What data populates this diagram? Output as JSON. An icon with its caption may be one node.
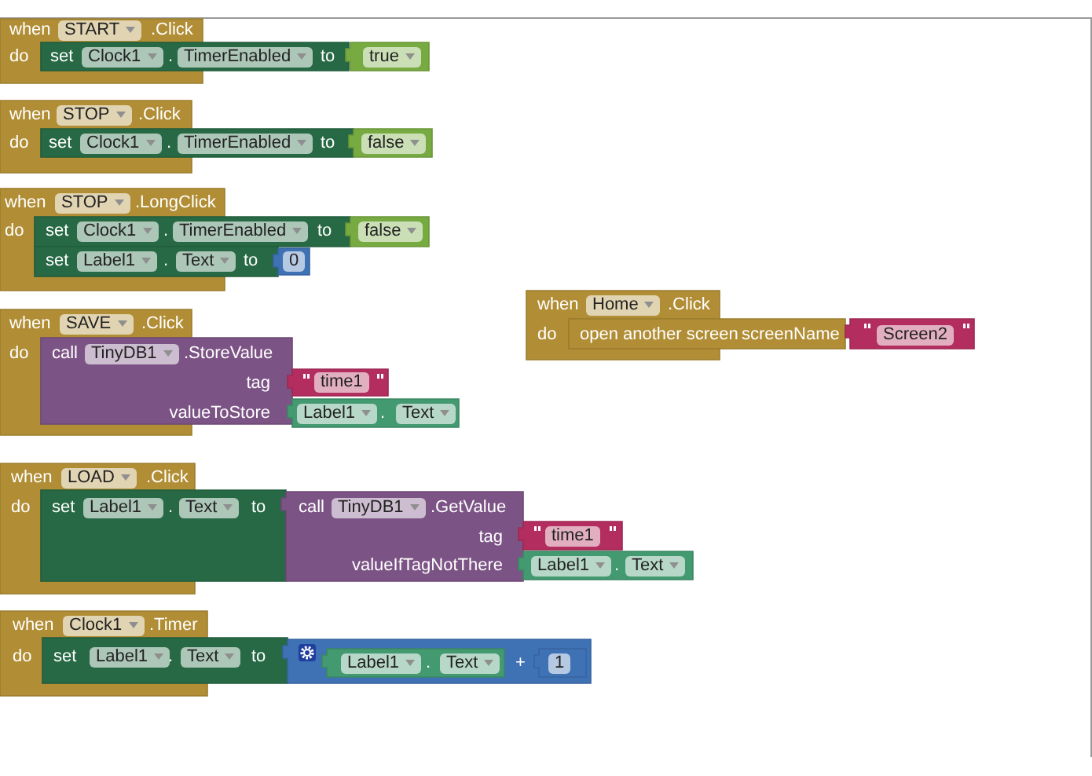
{
  "diagram": {
    "nodes": [
      {
        "text": [
          "when",
          "START",
          ".Click",
          "do"
        ]
      },
      {
        "text": [
          "set",
          "Clock1",
          ".",
          "TimerEnabled",
          "to"
        ]
      },
      {
        "text": [
          "true"
        ]
      },
      {
        "text": [
          "when",
          "STOP",
          ".Click",
          "do"
        ]
      },
      {
        "text": [
          "set",
          "Clock1",
          ".",
          "TimerEnabled",
          "to"
        ]
      },
      {
        "text": [
          "false"
        ]
      },
      {
        "text": [
          "when",
          "STOP",
          ".LongClick",
          "do"
        ]
      },
      {
        "text": [
          "set",
          "Clock1",
          ".",
          "TimerEnabled",
          "to"
        ]
      },
      {
        "text": [
          "false"
        ]
      },
      {
        "text": [
          "set",
          "Label1",
          ".",
          "Text",
          "to"
        ]
      },
      {
        "text": [
          "0"
        ]
      },
      {
        "text": [
          "when",
          "SAVE",
          ".Click",
          "do"
        ]
      },
      {
        "text": [
          "call",
          "TinyDB1",
          ".StoreValue",
          "tag",
          "valueToStore"
        ]
      },
      {
        "text": [
          "time1"
        ]
      },
      {
        "text": [
          "Label1",
          ".",
          "Text"
        ]
      },
      {
        "text": [
          "when",
          "Home",
          ".Click",
          "do"
        ]
      },
      {
        "text": [
          "open another screen",
          "screenName"
        ]
      },
      {
        "text": [
          "Screen2"
        ]
      },
      {
        "text": [
          "when",
          "LOAD",
          ".Click",
          "do"
        ]
      },
      {
        "text": [
          "set",
          "Label1",
          ".",
          "Text",
          "to"
        ]
      },
      {
        "text": [
          "call",
          "TinyDB1",
          ".GetValue",
          "tag",
          "valueIfTagNotThere"
        ]
      },
      {
        "text": [
          "time1"
        ]
      },
      {
        "text": [
          "Label1",
          ".",
          "Text"
        ]
      },
      {
        "text": [
          "when",
          "Clock1",
          ".Timer",
          "do"
        ]
      },
      {
        "text": [
          "set",
          "Label1",
          ".",
          "Text",
          "to"
        ]
      },
      {
        "text": [
          "+"
        ]
      },
      {
        "text": [
          "Label1",
          ".",
          "Text"
        ],
        "in": 25
      },
      {
        "text": [
          "1"
        ],
        "in": 25
      }
    ]
  }
}
